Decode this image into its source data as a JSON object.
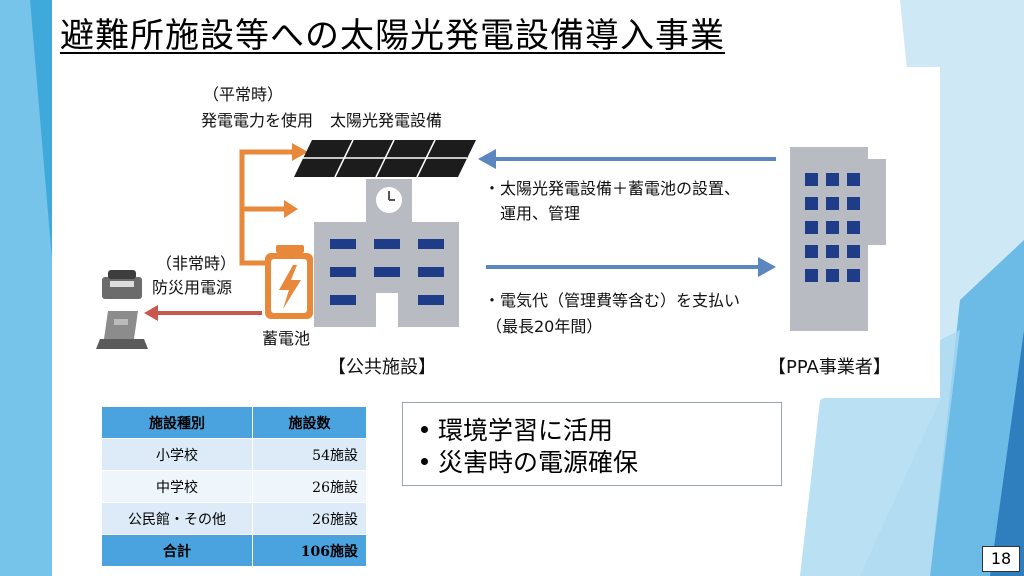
{
  "slide": {
    "title": "避難所施設等への太陽光発電設備導入事業",
    "page_number": "18"
  },
  "diagram": {
    "normal_time_label": "（平常時）",
    "use_power_label": "発電電力を使用",
    "solar_label": "太陽光発電設備",
    "emergency_label": "（非常時）",
    "disaster_power_label": "防災用電源",
    "battery_label": "蓄電池",
    "public_facility_label": "【公共施設】",
    "ppa_label": "【PPA事業者】",
    "ppa_service_line1": "・太陽光発電設備＋蓄電池の設置、",
    "ppa_service_line2": "運用、管理",
    "payment_line1": "・電気代（管理費等含む）を支払い",
    "payment_line2": "（最長20年間）"
  },
  "table": {
    "headers": [
      "施設種別",
      "施設数"
    ],
    "rows": [
      {
        "type": "小学校",
        "count": "54施設"
      },
      {
        "type": "中学校",
        "count": "26施設"
      },
      {
        "type": "公民館・その他",
        "count": "26施設"
      }
    ],
    "total": {
      "type": "合計",
      "count": "106施設"
    }
  },
  "benefits": [
    "環境学習に活用",
    "災害時の電源確保"
  ],
  "colors": {
    "arrow_orange": "#e8883a",
    "arrow_blue": "#5b86bf",
    "arrow_red": "#c9574e",
    "table_header": "#4aa3df",
    "accent_blue": "#3b8bd4"
  }
}
